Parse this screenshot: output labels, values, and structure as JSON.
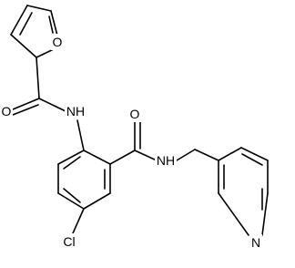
{
  "molecule": {
    "atom_labels": {
      "furan_o": "O",
      "amide1_o": "O",
      "amide1_nh": "NH",
      "amide2_o": "O",
      "amide2_nh": "NH",
      "chloro": "Cl",
      "pyridine_n": "N"
    },
    "colors": {
      "bond": "#000000",
      "background": "#ffffff",
      "text": "#000000"
    }
  }
}
